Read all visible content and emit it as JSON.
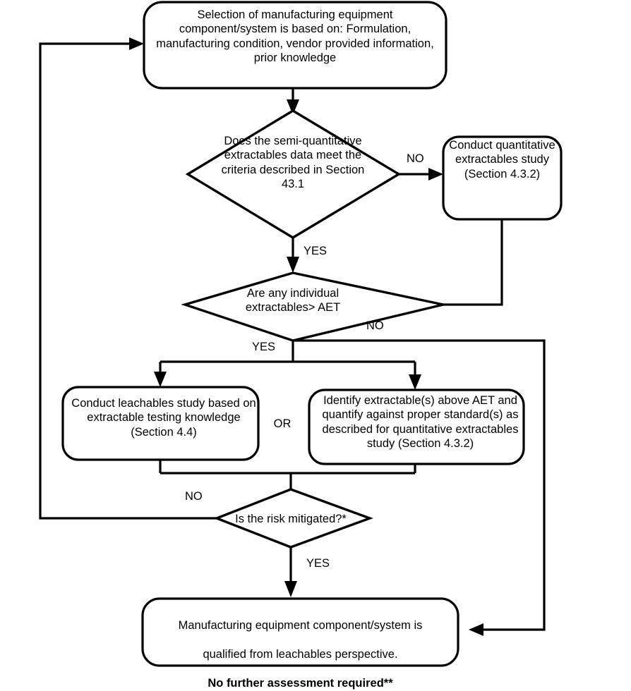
{
  "diagram": {
    "title": "Leachables assessment decision flowchart",
    "type": "flowchart",
    "background_color": "#ffffff",
    "line_color": "#000000",
    "text_color": "#000000"
  },
  "nodes": {
    "start_box": {
      "shape": "rounded-rectangle",
      "text": "Selection of manufacturing equipment component/system is based on: Formulation, manufacturing condition, vendor provided information, prior knowledge"
    },
    "decision_semi_quant": {
      "shape": "diamond",
      "text": "Does the semi-quantitative extractables data meet the criteria described in Section 43.1"
    },
    "conduct_quantitative": {
      "shape": "rounded-rectangle",
      "text": "Conduct quantitative extractables study (Section 4.3.2)"
    },
    "decision_aet": {
      "shape": "diamond",
      "text": "Are any individual extractables> AET"
    },
    "conduct_leachables": {
      "shape": "rounded-rectangle",
      "text": "Conduct leachables study based on extractable testing knowledge (Section 4.4)"
    },
    "identify_extractables": {
      "shape": "rounded-rectangle",
      "text": "Identify extractable(s) above AET and quantify against proper standard(s) as described for quantitative extractables study (Section 4.3.2)"
    },
    "decision_risk": {
      "shape": "diamond",
      "text": "Is the risk mitigated?*"
    },
    "final_box": {
      "shape": "rounded-rectangle",
      "line1": "Manufacturing equipment component/system is",
      "line2": "qualified from leachables perspective.",
      "line3": "No further assessment required**"
    }
  },
  "labels": {
    "or_connector": "OR",
    "semi_quant_no": "NO",
    "semi_quant_yes": "YES",
    "aet_no": "NO",
    "aet_yes": "YES",
    "risk_no": "NO",
    "risk_yes": "YES"
  }
}
